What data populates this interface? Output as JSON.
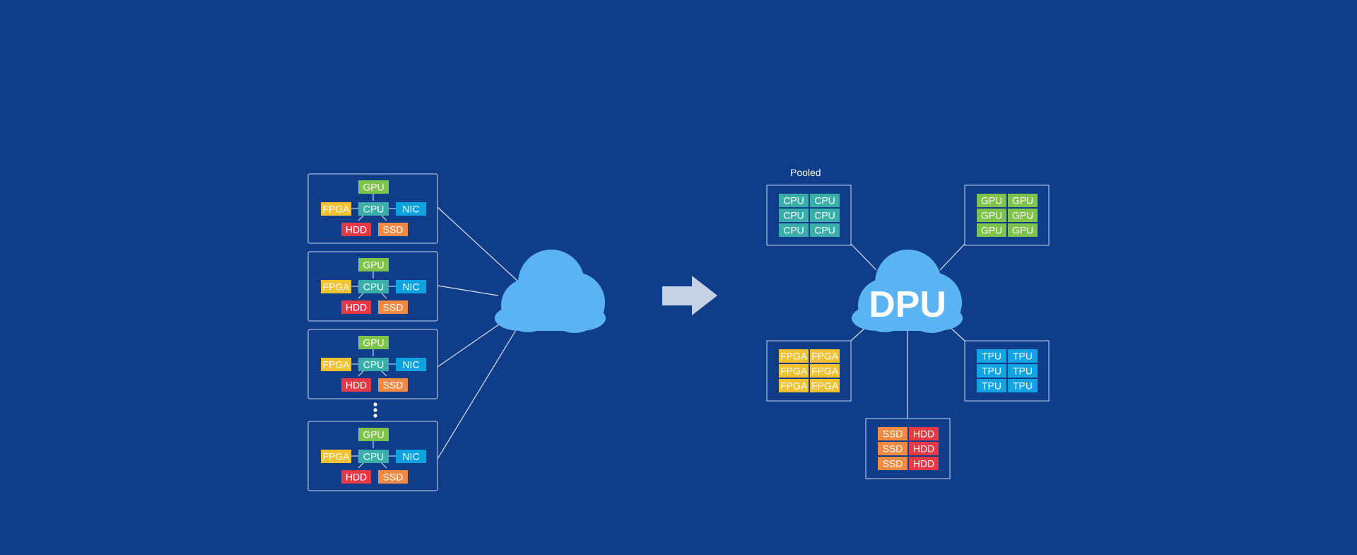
{
  "colors": {
    "background": "#103d89",
    "cloud": "#5ab4f3",
    "box_border": "#c9d6ee",
    "connector": "#dbe4f5",
    "arrow": "#c7d1e4",
    "cpu": "#3aaea9",
    "gpu": "#7ec34a",
    "fpga": "#f2c230",
    "nic": "#0ea2e0",
    "hdd": "#e53a46",
    "ssd": "#f28a44",
    "tpu": "#12a4e3"
  },
  "server_chips": {
    "gpu": "GPU",
    "fpga": "FPGA",
    "cpu": "CPU",
    "nic": "NIC",
    "hdd": "HDD",
    "ssd": "SSD"
  },
  "servers": [
    {
      "id": "server-1"
    },
    {
      "id": "server-2"
    },
    {
      "id": "server-3"
    },
    {
      "id": "server-4"
    }
  ],
  "pooled": {
    "label": "Pooled",
    "dpu_label": "DPU",
    "pools": [
      {
        "id": "cpu-pool",
        "color_key": "cpu",
        "rows": [
          [
            "CPU",
            "CPU"
          ],
          [
            "CPU",
            "CPU"
          ],
          [
            "CPU",
            "CPU"
          ]
        ]
      },
      {
        "id": "gpu-pool",
        "color_key": "gpu",
        "rows": [
          [
            "GPU",
            "GPU"
          ],
          [
            "GPU",
            "GPU"
          ],
          [
            "GPU",
            "GPU"
          ]
        ]
      },
      {
        "id": "fpga-pool",
        "color_key": "fpga",
        "rows": [
          [
            "FPGA",
            "FPGA"
          ],
          [
            "FPGA",
            "FPGA"
          ],
          [
            "FPGA",
            "FPGA"
          ]
        ]
      },
      {
        "id": "tpu-pool",
        "color_key": "tpu",
        "rows": [
          [
            "TPU",
            "TPU"
          ],
          [
            "TPU",
            "TPU"
          ],
          [
            "TPU",
            "TPU"
          ]
        ]
      },
      {
        "id": "storage-pool",
        "color_key": "mixed",
        "rows": [
          [
            "SSD",
            "HDD"
          ],
          [
            "SSD",
            "HDD"
          ],
          [
            "SSD",
            "HDD"
          ]
        ]
      }
    ]
  }
}
